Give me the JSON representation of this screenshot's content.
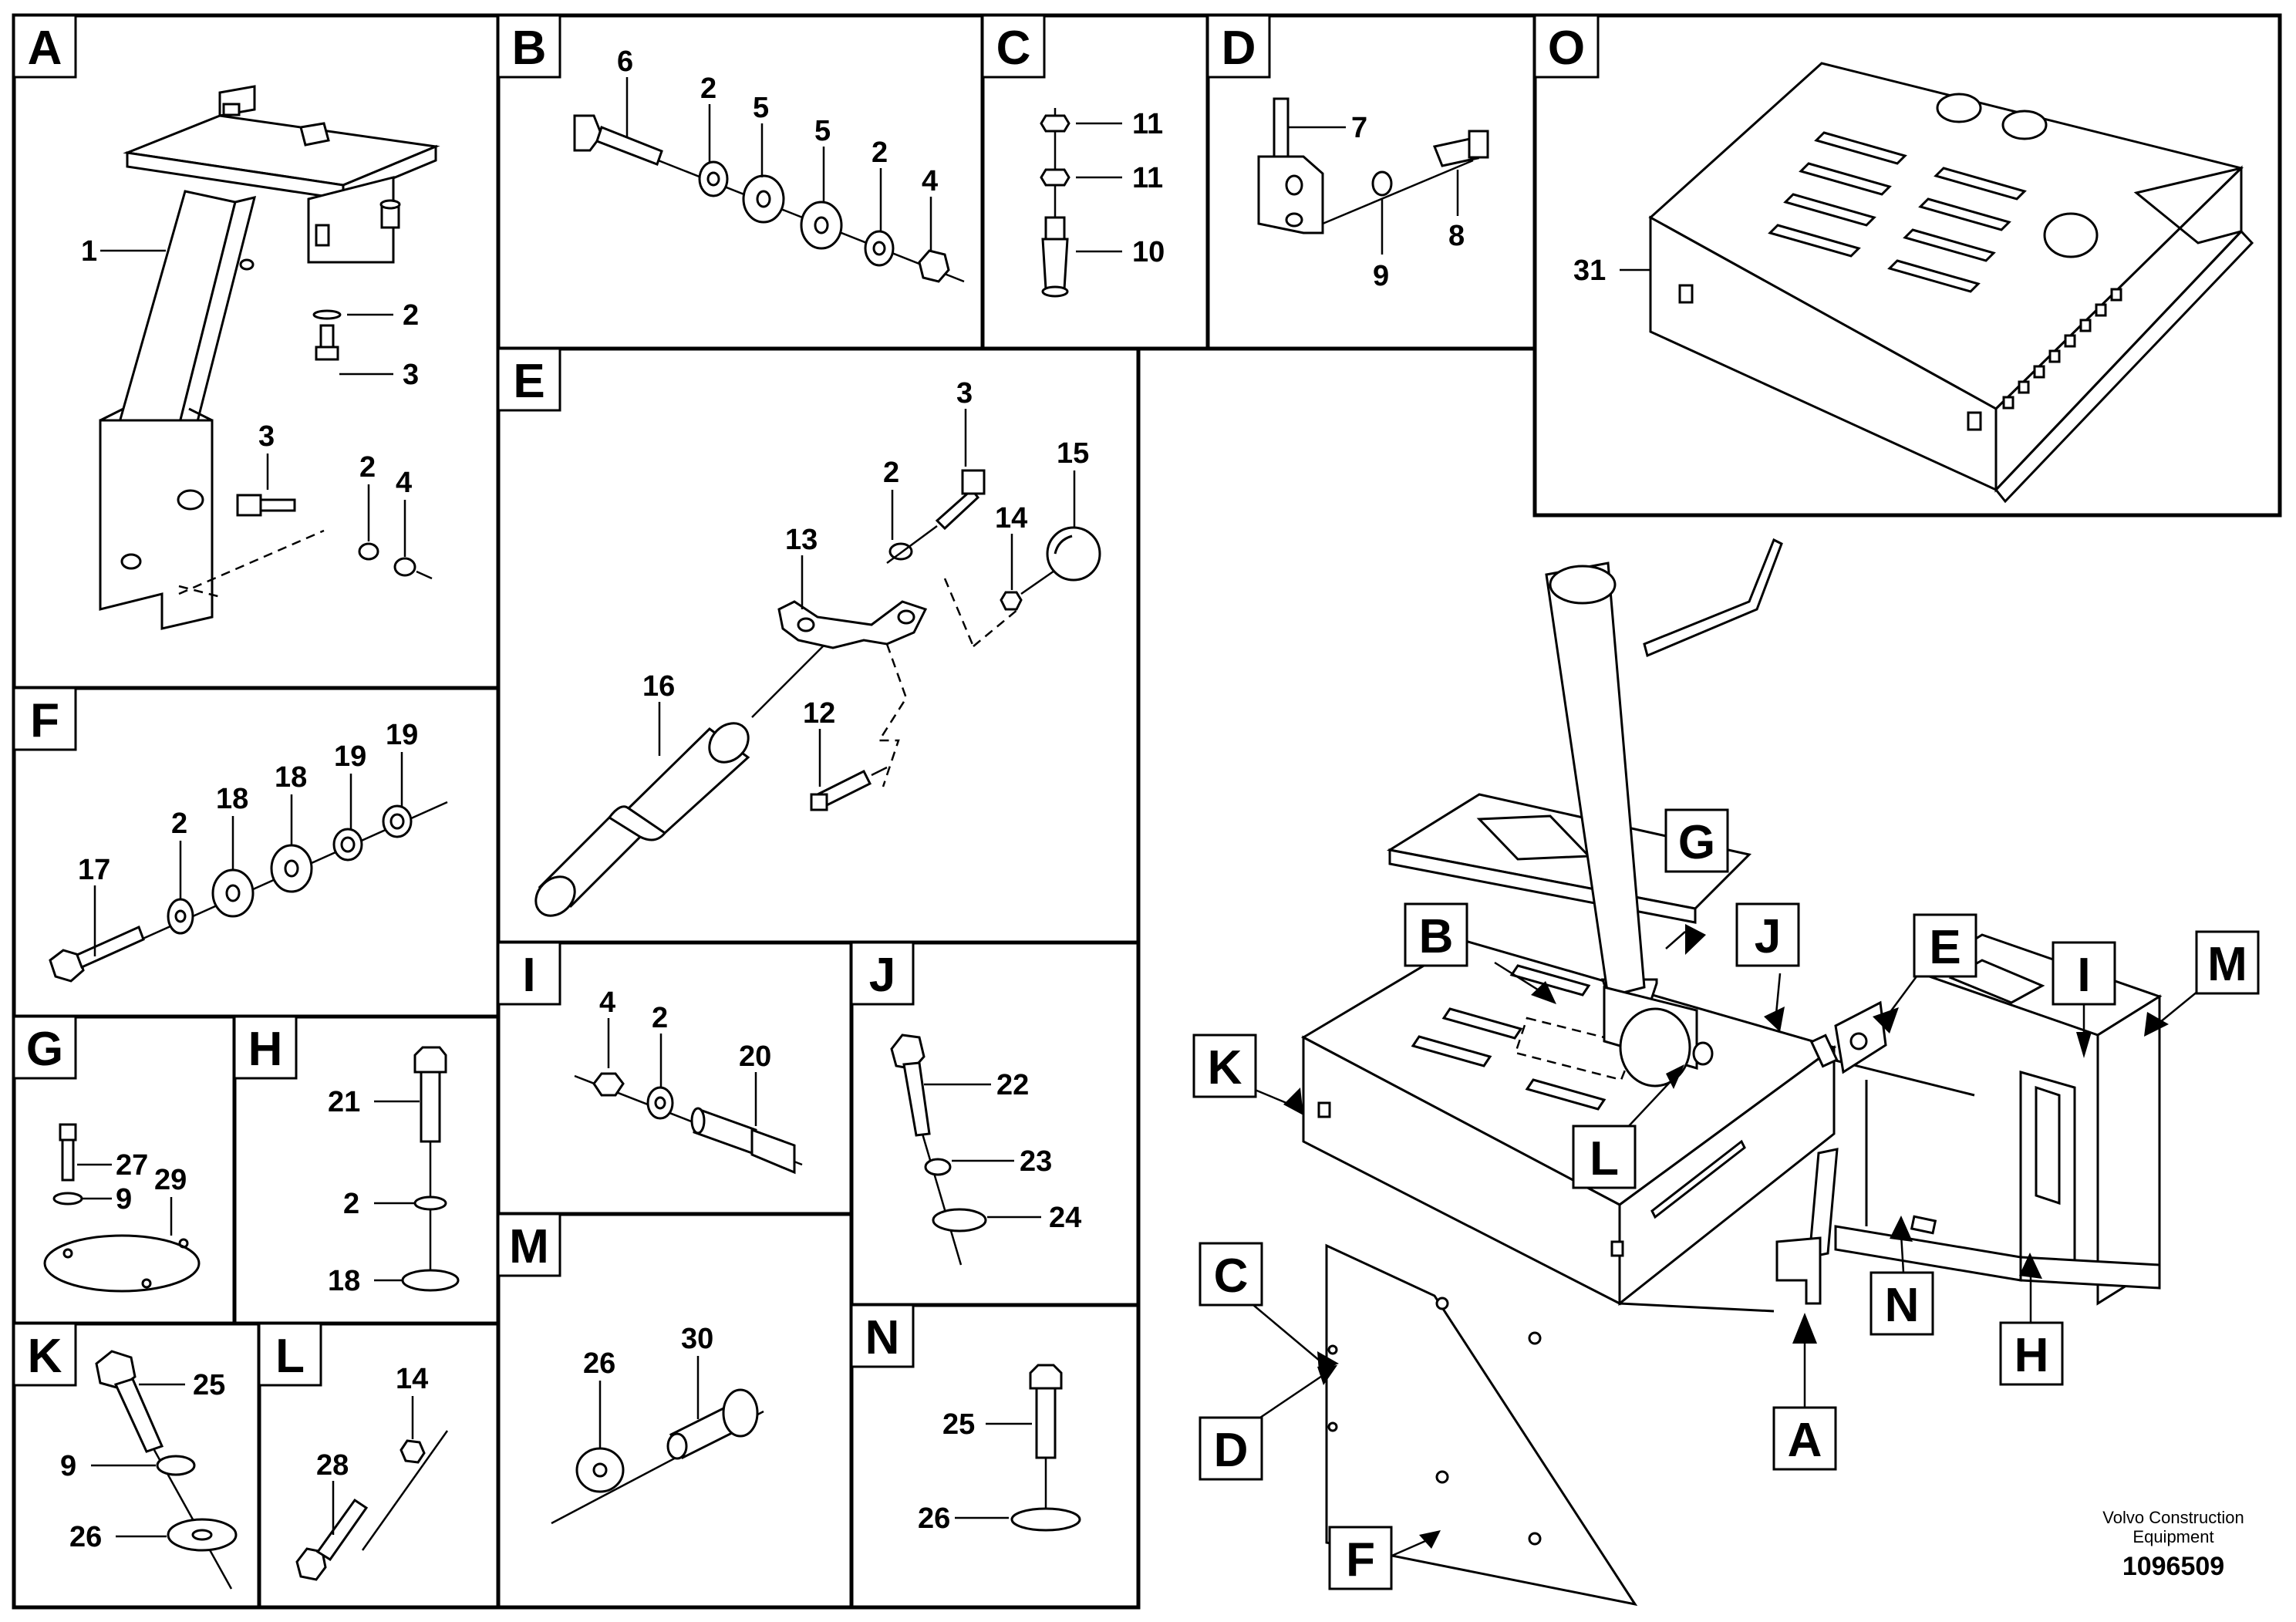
{
  "panels": [
    {
      "key": "A",
      "letter": "A",
      "parts": [
        "1",
        "2",
        "3",
        "3",
        "2",
        "4"
      ]
    },
    {
      "key": "B",
      "letter": "B",
      "parts": [
        "6",
        "2",
        "5",
        "5",
        "2",
        "4"
      ]
    },
    {
      "key": "C",
      "letter": "C",
      "parts": [
        "11",
        "11",
        "10"
      ]
    },
    {
      "key": "D",
      "letter": "D",
      "parts": [
        "7",
        "8",
        "9"
      ]
    },
    {
      "key": "O",
      "letter": "O",
      "parts": [
        "31"
      ]
    },
    {
      "key": "E",
      "letter": "E",
      "parts": [
        "3",
        "15",
        "2",
        "13",
        "14",
        "16",
        "12"
      ]
    },
    {
      "key": "F",
      "letter": "F",
      "parts": [
        "19",
        "17",
        "2",
        "18",
        "18",
        "19"
      ]
    },
    {
      "key": "G",
      "letter": "G",
      "parts": [
        "27",
        "9",
        "29"
      ]
    },
    {
      "key": "H",
      "letter": "H",
      "parts": [
        "21",
        "2",
        "18"
      ]
    },
    {
      "key": "I",
      "letter": "I",
      "parts": [
        "4",
        "2",
        "20"
      ]
    },
    {
      "key": "J",
      "letter": "J",
      "parts": [
        "22",
        "23",
        "24"
      ]
    },
    {
      "key": "K",
      "letter": "K",
      "parts": [
        "25",
        "9",
        "26"
      ]
    },
    {
      "key": "L",
      "letter": "L",
      "parts": [
        "14",
        "28"
      ]
    },
    {
      "key": "M",
      "letter": "M",
      "parts": [
        "26",
        "30"
      ]
    },
    {
      "key": "N",
      "letter": "N",
      "parts": [
        "25",
        "26"
      ]
    }
  ],
  "assembly_callouts": [
    "G",
    "B",
    "J",
    "E",
    "I",
    "M",
    "K",
    "L",
    "C",
    "D",
    "N",
    "H",
    "A",
    "F"
  ],
  "footer": {
    "company_line1": "Volvo Construction",
    "company_line2": "Equipment",
    "drawing_number": "1096509"
  }
}
